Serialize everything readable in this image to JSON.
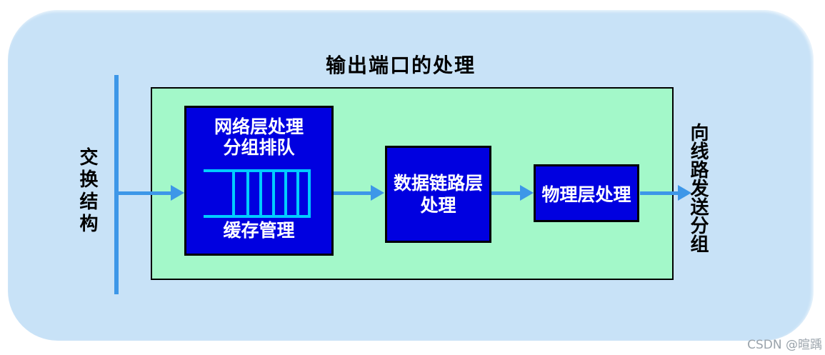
{
  "diagram": {
    "title": "输出端口的处理",
    "left_label": "交换结构",
    "right_label": "向线路发送分组",
    "network_box": {
      "line1": "网络层处理",
      "line2": "分组排队",
      "bottom_label": "缓存管理"
    },
    "datalink_box": {
      "line1": "数据链路层",
      "line2": "处理"
    },
    "physical_box": {
      "label": "物理层处理"
    },
    "queue": {
      "cells": 6
    }
  },
  "watermark": "CSDN @暄踽",
  "colors": {
    "panel_bg": "#c8e2f7",
    "stage_bg": "#a3f8c9",
    "process_box_bg": "#0000e0",
    "process_box_text": "#ffffff",
    "arrow": "#3d97e8",
    "queue_line": "#00ccff",
    "label_text": "#000000",
    "watermark_text": "#9aa3ab"
  }
}
